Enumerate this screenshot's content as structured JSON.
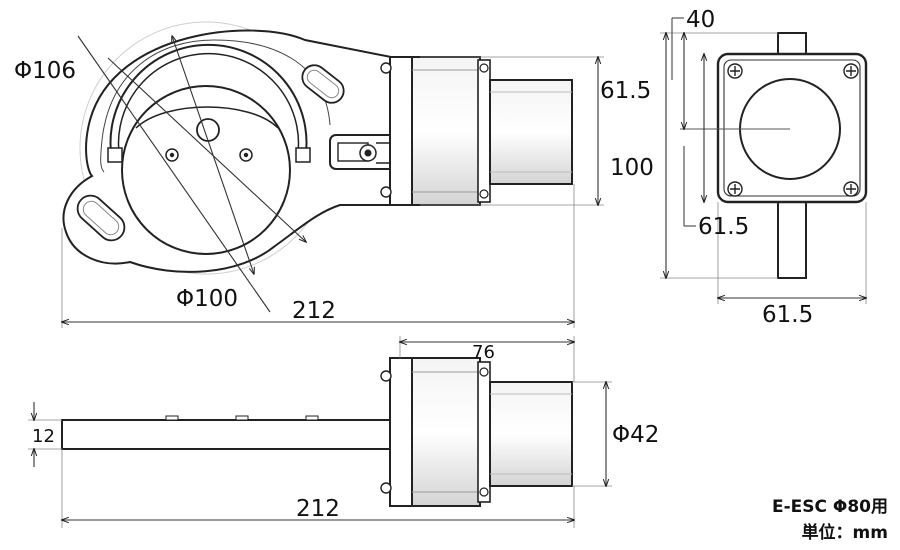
{
  "front_view": {
    "dia_outer": "Φ106",
    "dia_inner": "Φ100",
    "width": "212",
    "height": "61.5"
  },
  "side_view": {
    "offset_top": "40",
    "height_total": "100",
    "offset_bottom": "61.5",
    "width": "61.5"
  },
  "bottom_view": {
    "head_length": "76",
    "shaft_dia": "Φ42",
    "thickness": "12",
    "total_length": "212"
  },
  "title": {
    "model": "E-ESC Φ80用",
    "unit": "単位：mm"
  }
}
